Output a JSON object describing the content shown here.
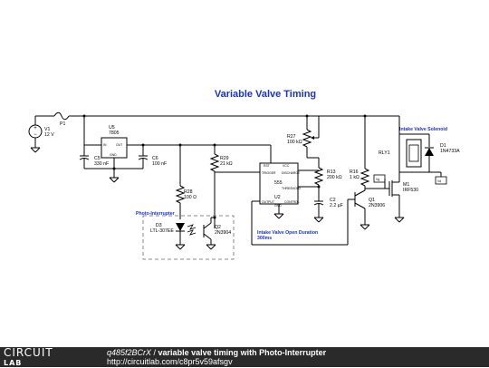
{
  "title": "Variable Valve Timing",
  "components": {
    "v1": {
      "ref": "V1",
      "value": "12 V"
    },
    "p1": {
      "ref": "P1"
    },
    "u5": {
      "ref": "U5",
      "value": "7805",
      "pins": {
        "in": "IN",
        "out": "OUT",
        "gnd": "GND"
      }
    },
    "c5": {
      "ref": "C5",
      "value": "330 nF"
    },
    "c6": {
      "ref": "C6",
      "value": "100 nF"
    },
    "r29": {
      "ref": "R29",
      "value": "21 kΩ"
    },
    "r28": {
      "ref": "R28",
      "value": "100 Ω"
    },
    "r27": {
      "ref": "R27",
      "value": "100 kΩ"
    },
    "r13": {
      "ref": "R13",
      "value": "200 kΩ"
    },
    "r16": {
      "ref": "R16",
      "value": "1 kΩ"
    },
    "c2": {
      "ref": "C2",
      "value": "2.2 µF"
    },
    "u2": {
      "ref": "U2",
      "value": "555",
      "pins": {
        "rst": "RST",
        "vcc": "VCC",
        "trigger": "TRIGGER",
        "discharge": "DISCHARGE",
        "threshold": "THRESHOLD",
        "output": "OUTPUT",
        "gnd": "GND",
        "control": "CONTROL"
      }
    },
    "q1": {
      "ref": "Q1",
      "value": "2N3906"
    },
    "q2": {
      "ref": "Q2",
      "value": "2N3904"
    },
    "d3": {
      "ref": "D3",
      "value": "LTL-307EE"
    },
    "d1": {
      "ref": "D1",
      "value": "1N4733A"
    },
    "m1": {
      "ref": "M1",
      "value": "IRF530"
    },
    "rly1": {
      "ref": "RLY1"
    }
  },
  "nets": {
    "vg": "Vg",
    "vd": "Vd"
  },
  "annotations": {
    "photo_interrupter": "Photo-Interrupter",
    "intake_solenoid": "Intake Valve Solenoid",
    "open_duration_l1": "Intake Valve Open Duration",
    "open_duration_l2": "300ms"
  },
  "colors": {
    "annotation": "#1a33cc",
    "footer_bg": "#2a2a2a"
  },
  "footer": {
    "logo_top": "CIRCUIT",
    "logo_bottom": "LAB",
    "id": "q485f2BCrX",
    "separator": " / ",
    "circuit_name": "variable valve timing with Photo-Interrupter",
    "url": "http://circuitlab.com/c8pr5v59afsgv"
  }
}
